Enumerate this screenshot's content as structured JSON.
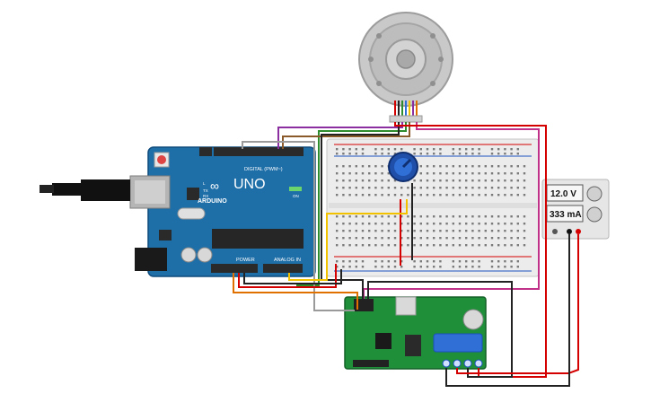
{
  "arduino": {
    "brand": "ARDUINO",
    "model": "UNO",
    "digital_label": "DIGITAL (PWM~)",
    "power_label": "POWER",
    "analog_label": "ANALOG IN",
    "tx_label": "TX",
    "rx_label": "RX",
    "on_label": "ON",
    "l_label": "L",
    "board_color": "#1e6ea8"
  },
  "power_supply": {
    "voltage": "12.0 V",
    "current": "333 mA"
  },
  "colors": {
    "wire_red": "#d40000",
    "wire_black": "#222222",
    "wire_purple": "#8b2fa0",
    "wire_magenta": "#c0328a",
    "wire_green": "#2e8b2e",
    "wire_orange": "#e07000",
    "wire_yellow": "#f2c200",
    "wire_gray": "#9a9a9a",
    "wire_brown": "#8b5a2b",
    "driver_board": "#1f8f3a",
    "terminal_block": "#2f6fd6"
  }
}
